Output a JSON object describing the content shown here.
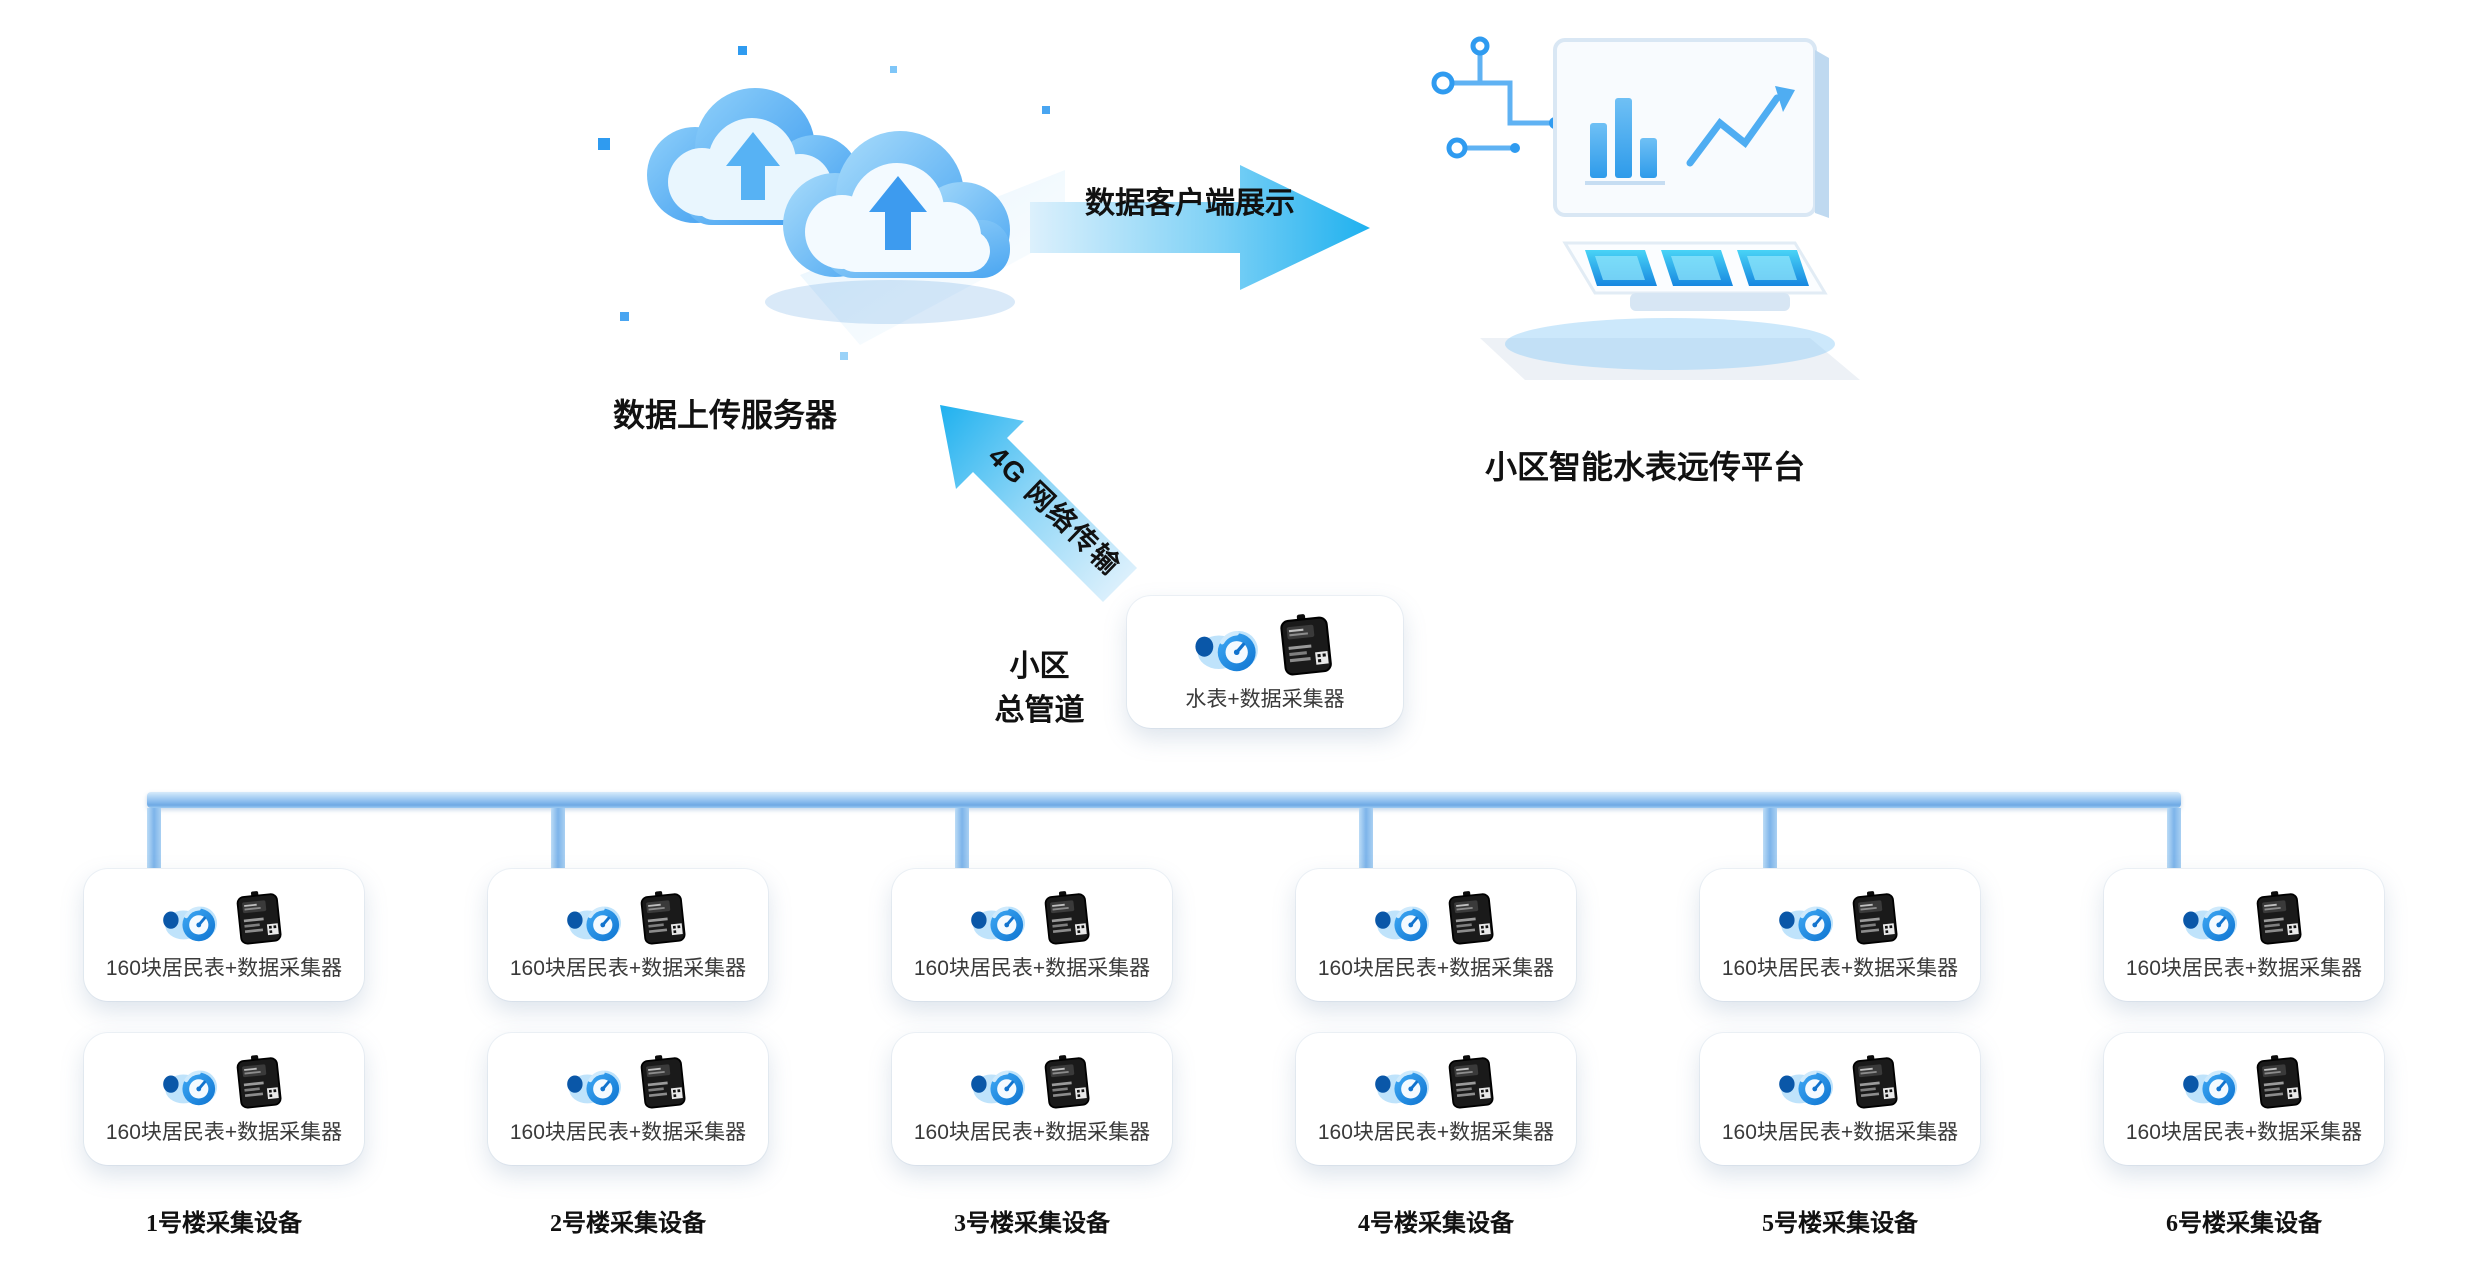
{
  "top": {
    "upload_server_label": "数据上传服务器",
    "client_display_label": "数据客户端展示",
    "platform_label": "小区智能水表远传平台",
    "network_label": "4G 网络传输",
    "main_pipe_label_line1": "小区",
    "main_pipe_label_line2": "总管道",
    "main_meter_box_label": "水表+数据采集器"
  },
  "buildings": [
    {
      "label": "1号楼采集设备",
      "boxes": [
        "160块居民表+数据采集器",
        "160块居民表+数据采集器"
      ]
    },
    {
      "label": "2号楼采集设备",
      "boxes": [
        "160块居民表+数据采集器",
        "160块居民表+数据采集器"
      ]
    },
    {
      "label": "3号楼采集设备",
      "boxes": [
        "160块居民表+数据采集器",
        "160块居民表+数据采集器"
      ]
    },
    {
      "label": "4号楼采集设备",
      "boxes": [
        "160块居民表+数据采集器",
        "160块居民表+数据采集器"
      ]
    },
    {
      "label": "5号楼采集设备",
      "boxes": [
        "160块居民表+数据采集器",
        "160块居民表+数据采集器"
      ]
    },
    {
      "label": "6号楼采集设备",
      "boxes": [
        "160块居民表+数据采集器",
        "160块居民表+数据采集器"
      ]
    }
  ],
  "icons": {
    "cloud_upload": "cloud-upload-illustration",
    "monitor_platform": "monitor-dashboard-illustration",
    "right_arrow": "arrow-right-icon",
    "up_left_arrow": "arrow-up-left-icon",
    "water_meter": "water-meter-icon",
    "data_collector": "data-collector-icon"
  },
  "colors": {
    "accent_cyan": "#1FB1EF",
    "cloud_blue": "#49A5F1",
    "pipeline_blue": "#7DB4EA",
    "device_black": "#1A1A1A",
    "text_dark": "#111111",
    "box_text": "#3A3A3A"
  }
}
